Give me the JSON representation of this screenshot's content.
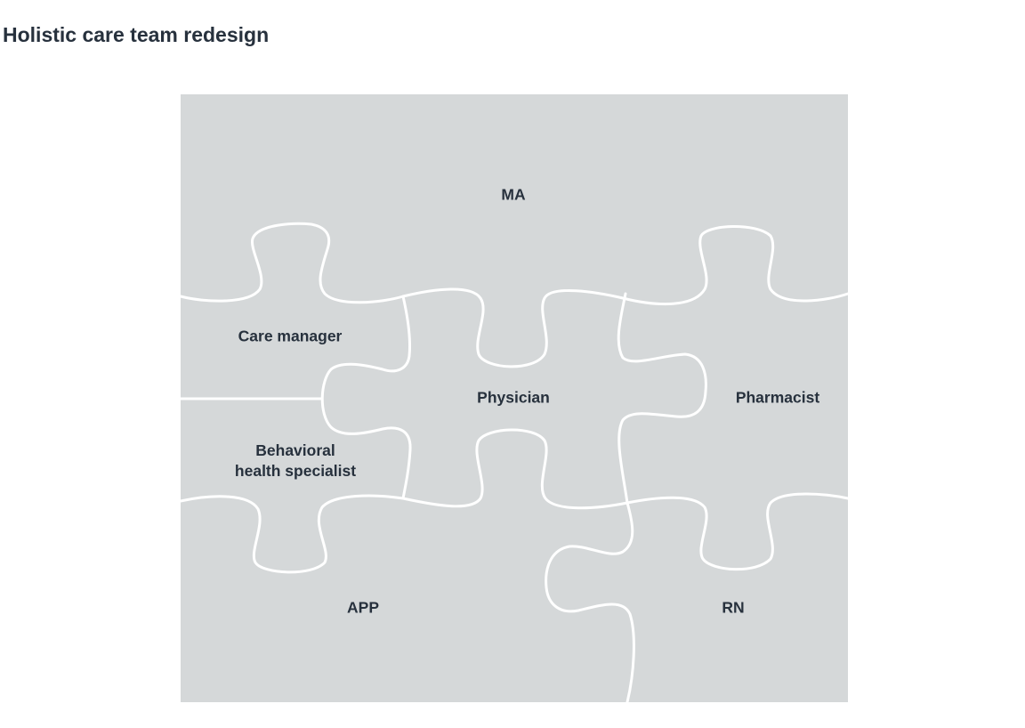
{
  "title": "Holistic care team redesign",
  "colors": {
    "background": "#d5d8d9",
    "lines": "#ffffff",
    "text": "#27313d"
  },
  "pieces": {
    "ma": "MA",
    "care_manager": "Care manager",
    "physician": "Physician",
    "pharmacist": "Pharmacist",
    "behavioral_line1": "Behavioral",
    "behavioral_line2": "health specialist",
    "app": "APP",
    "rn": "RN"
  }
}
